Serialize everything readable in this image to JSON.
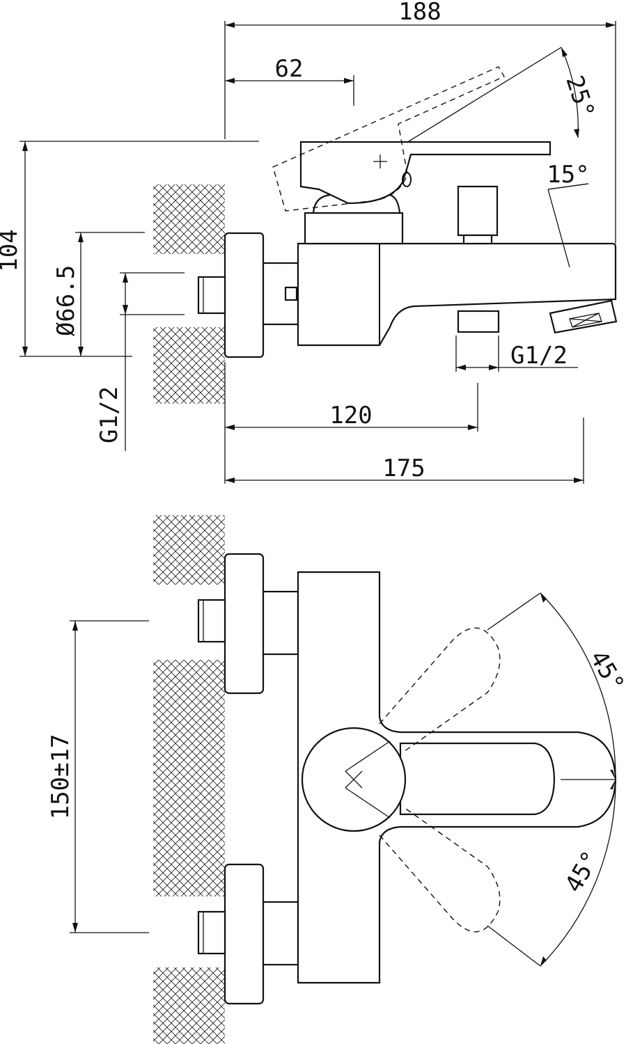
{
  "dimensions": {
    "overall_width": "188",
    "handle_offset": "62",
    "lever_angle_top": "25°",
    "spout_angle": "15°",
    "height": "104",
    "flange_diameter": "Ø66.5",
    "inlet_thread": "G1/2",
    "outlet_thread": "G1/2",
    "outlet_distance": "120",
    "depth": "175",
    "rotation_upper": "45°",
    "rotation_lower": "45°",
    "center_distance": "150±17"
  },
  "colors": {
    "line": "#111111",
    "background": "#ffffff"
  }
}
